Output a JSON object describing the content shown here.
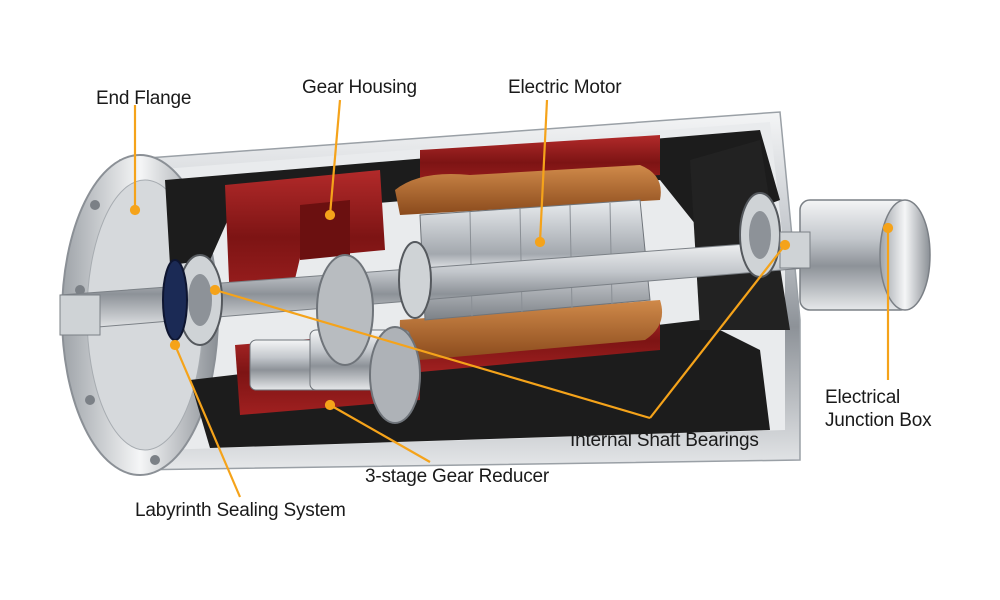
{
  "callouts": {
    "end_flange": "End Flange",
    "gear_housing": "Gear Housing",
    "electric_motor": "Electric Motor",
    "junction_box_line1": "Electrical",
    "junction_box_line2": "Junction Box",
    "internal_shaft_bearings": "Internal Shaft Bearings",
    "gear_reducer": "3-stage Gear Reducer",
    "sealing_system": "Labyrinth Sealing System"
  },
  "colors": {
    "leader_line": "#f5a31a",
    "housing_red": "#8e1b1b",
    "casing_silver": "#c9ccd0",
    "insulation_black": "#1c1c1c",
    "copper": "#b86b2e"
  }
}
